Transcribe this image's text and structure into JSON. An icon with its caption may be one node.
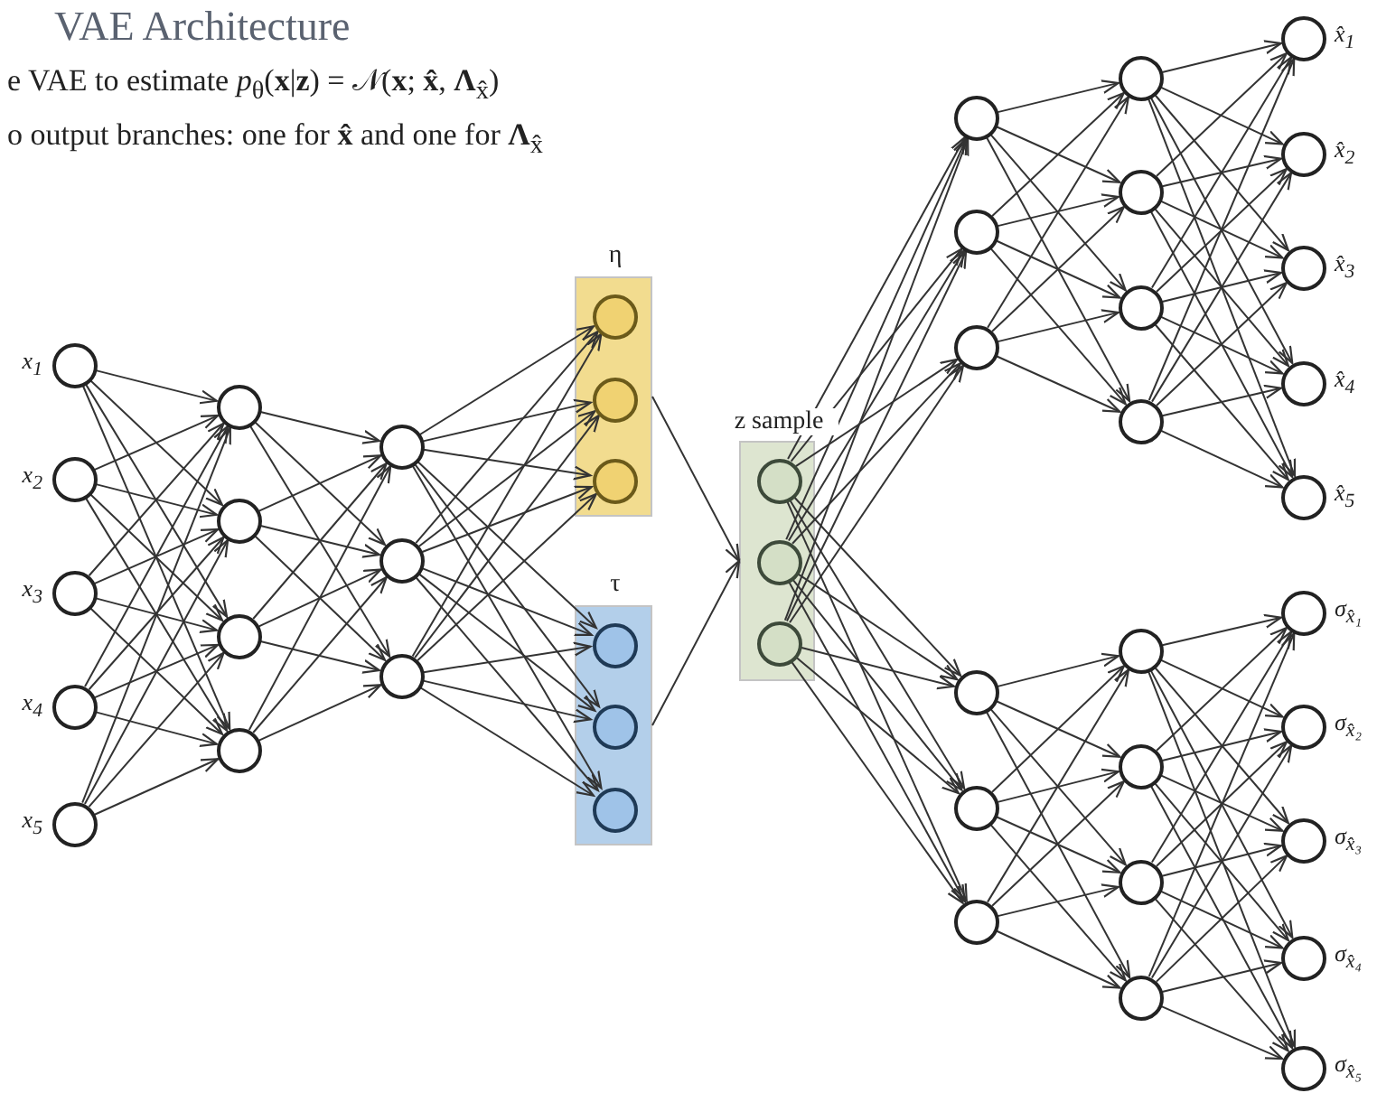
{
  "diagram": {
    "title": "VAE Architecture",
    "labels": [
      "e VAE to estimate *p*$_{θ}$(**x**|**z**) = 𝒩(**x**; **x̂**, **Λ**$_{x̂}$)",
      "o output branches: one for **x̂** and one for **Λ**$_{x̂}$"
    ],
    "nodes": [
      {
        "text": [],
        "shape": "circle",
        "beside": [
          "x$_{1}$"
        ]
      },
      {
        "text": [],
        "shape": "circle",
        "beside": [
          "x$_{2}$"
        ]
      },
      {
        "text": [],
        "shape": "circle",
        "beside": [
          "x$_{3}$"
        ]
      },
      {
        "text": [],
        "shape": "circle",
        "beside": [
          "x$_{4}$"
        ]
      },
      {
        "text": [],
        "shape": "circle",
        "beside": [
          "x$_{5}$"
        ]
      },
      {
        "text": [],
        "shape": "circle"
      },
      {
        "text": [],
        "shape": "circle"
      },
      {
        "text": [],
        "shape": "circle"
      },
      {
        "text": [],
        "shape": "circle"
      },
      {
        "text": [],
        "shape": "circle"
      },
      {
        "text": [],
        "shape": "circle"
      },
      {
        "text": [],
        "shape": "circle"
      },
      {
        "text": [
          "η"
        ]
      },
      {
        "text": [],
        "shape": "circle",
        "in": 12
      },
      {
        "text": [],
        "shape": "circle",
        "in": 12
      },
      {
        "text": [],
        "shape": "circle",
        "in": 12
      },
      {
        "text": [
          "τ"
        ]
      },
      {
        "text": [],
        "shape": "circle",
        "in": 16
      },
      {
        "text": [],
        "shape": "circle",
        "in": 16
      },
      {
        "text": [],
        "shape": "circle",
        "in": 16
      },
      {
        "text": [
          "z sample"
        ]
      },
      {
        "text": [],
        "shape": "circle",
        "in": 20
      },
      {
        "text": [],
        "shape": "circle",
        "in": 20
      },
      {
        "text": [],
        "shape": "circle",
        "in": 20
      },
      {
        "text": [],
        "shape": "circle"
      },
      {
        "text": [],
        "shape": "circle"
      },
      {
        "text": [],
        "shape": "circle"
      },
      {
        "text": [],
        "shape": "circle"
      },
      {
        "text": [],
        "shape": "circle"
      },
      {
        "text": [],
        "shape": "circle"
      },
      {
        "text": [],
        "shape": "circle"
      },
      {
        "text": [],
        "shape": "circle",
        "beside": [
          "x̂$_{1}$"
        ]
      },
      {
        "text": [],
        "shape": "circle",
        "beside": [
          "x̂$_{2}$"
        ]
      },
      {
        "text": [],
        "shape": "circle",
        "beside": [
          "x̂$_{3}$"
        ]
      },
      {
        "text": [],
        "shape": "circle",
        "beside": [
          "x̂$_{4}$"
        ]
      },
      {
        "text": [],
        "shape": "circle",
        "beside": [
          "x̂$_{5}$"
        ]
      },
      {
        "text": [],
        "shape": "circle"
      },
      {
        "text": [],
        "shape": "circle"
      },
      {
        "text": [],
        "shape": "circle"
      },
      {
        "text": [],
        "shape": "circle"
      },
      {
        "text": [],
        "shape": "circle"
      },
      {
        "text": [],
        "shape": "circle"
      },
      {
        "text": [],
        "shape": "circle"
      },
      {
        "text": [],
        "shape": "circle",
        "beside": [
          "σ$_{x̂₁}$"
        ]
      },
      {
        "text": [],
        "shape": "circle",
        "beside": [
          "σ$_{x̂₂}$"
        ]
      },
      {
        "text": [],
        "shape": "circle",
        "beside": [
          "σ$_{x̂₃}$"
        ]
      },
      {
        "text": [],
        "shape": "circle",
        "beside": [
          "σ$_{x̂₄}$"
        ]
      },
      {
        "text": [],
        "shape": "circle",
        "beside": [
          "σ$_{x̂₅}$"
        ]
      }
    ],
    "edges": [
      {
        "from": 0,
        "to": 5,
        "arrow": "to"
      },
      {
        "from": 0,
        "to": 6,
        "arrow": "to"
      },
      {
        "from": 0,
        "to": 7,
        "arrow": "to"
      },
      {
        "from": 0,
        "to": 8,
        "arrow": "to"
      },
      {
        "from": 1,
        "to": 5,
        "arrow": "to"
      },
      {
        "from": 1,
        "to": 6,
        "arrow": "to"
      },
      {
        "from": 1,
        "to": 7,
        "arrow": "to"
      },
      {
        "from": 1,
        "to": 8,
        "arrow": "to"
      },
      {
        "from": 2,
        "to": 5,
        "arrow": "to"
      },
      {
        "from": 2,
        "to": 6,
        "arrow": "to"
      },
      {
        "from": 2,
        "to": 7,
        "arrow": "to"
      },
      {
        "from": 2,
        "to": 8,
        "arrow": "to"
      },
      {
        "from": 3,
        "to": 5,
        "arrow": "to"
      },
      {
        "from": 3,
        "to": 6,
        "arrow": "to"
      },
      {
        "from": 3,
        "to": 7,
        "arrow": "to"
      },
      {
        "from": 3,
        "to": 8,
        "arrow": "to"
      },
      {
        "from": 4,
        "to": 5,
        "arrow": "to"
      },
      {
        "from": 4,
        "to": 6,
        "arrow": "to"
      },
      {
        "from": 4,
        "to": 7,
        "arrow": "to"
      },
      {
        "from": 4,
        "to": 8,
        "arrow": "to"
      },
      {
        "from": 5,
        "to": 9,
        "arrow": "to"
      },
      {
        "from": 5,
        "to": 10,
        "arrow": "to"
      },
      {
        "from": 5,
        "to": 11,
        "arrow": "to"
      },
      {
        "from": 6,
        "to": 9,
        "arrow": "to"
      },
      {
        "from": 6,
        "to": 10,
        "arrow": "to"
      },
      {
        "from": 6,
        "to": 11,
        "arrow": "to"
      },
      {
        "from": 7,
        "to": 9,
        "arrow": "to"
      },
      {
        "from": 7,
        "to": 10,
        "arrow": "to"
      },
      {
        "from": 7,
        "to": 11,
        "arrow": "to"
      },
      {
        "from": 8,
        "to": 9,
        "arrow": "to"
      },
      {
        "from": 8,
        "to": 10,
        "arrow": "to"
      },
      {
        "from": 8,
        "to": 11,
        "arrow": "to"
      },
      {
        "from": 9,
        "to": 13,
        "arrow": "to"
      },
      {
        "from": 9,
        "to": 14,
        "arrow": "to"
      },
      {
        "from": 9,
        "to": 15,
        "arrow": "to"
      },
      {
        "from": 10,
        "to": 13,
        "arrow": "to"
      },
      {
        "from": 10,
        "to": 14,
        "arrow": "to"
      },
      {
        "from": 10,
        "to": 15,
        "arrow": "to"
      },
      {
        "from": 11,
        "to": 13,
        "arrow": "to"
      },
      {
        "from": 11,
        "to": 14,
        "arrow": "to"
      },
      {
        "from": 11,
        "to": 15,
        "arrow": "to"
      },
      {
        "from": 9,
        "to": 17,
        "arrow": "to"
      },
      {
        "from": 9,
        "to": 18,
        "arrow": "to"
      },
      {
        "from": 9,
        "to": 19,
        "arrow": "to"
      },
      {
        "from": 10,
        "to": 17,
        "arrow": "to"
      },
      {
        "from": 10,
        "to": 18,
        "arrow": "to"
      },
      {
        "from": 10,
        "to": 19,
        "arrow": "to"
      },
      {
        "from": 11,
        "to": 17,
        "arrow": "to"
      },
      {
        "from": 11,
        "to": 18,
        "arrow": "to"
      },
      {
        "from": 11,
        "to": 19,
        "arrow": "to"
      },
      {
        "from": 12,
        "to": 20,
        "arrow": "to"
      },
      {
        "from": 16,
        "to": 20,
        "arrow": "to"
      },
      {
        "from": 21,
        "to": 24,
        "arrow": "to"
      },
      {
        "from": 21,
        "to": 25,
        "arrow": "to"
      },
      {
        "from": 21,
        "to": 26,
        "arrow": "to"
      },
      {
        "from": 22,
        "to": 24,
        "arrow": "to"
      },
      {
        "from": 22,
        "to": 25,
        "arrow": "to"
      },
      {
        "from": 22,
        "to": 26,
        "arrow": "to"
      },
      {
        "from": 23,
        "to": 24,
        "arrow": "to"
      },
      {
        "from": 23,
        "to": 25,
        "arrow": "to"
      },
      {
        "from": 23,
        "to": 26,
        "arrow": "to"
      },
      {
        "from": 21,
        "to": 36,
        "arrow": "to"
      },
      {
        "from": 21,
        "to": 37,
        "arrow": "to"
      },
      {
        "from": 21,
        "to": 38,
        "arrow": "to"
      },
      {
        "from": 22,
        "to": 36,
        "arrow": "to"
      },
      {
        "from": 22,
        "to": 37,
        "arrow": "to"
      },
      {
        "from": 22,
        "to": 38,
        "arrow": "to"
      },
      {
        "from": 23,
        "to": 36,
        "arrow": "to"
      },
      {
        "from": 23,
        "to": 37,
        "arrow": "to"
      },
      {
        "from": 23,
        "to": 38,
        "arrow": "to"
      },
      {
        "from": 24,
        "to": 27,
        "arrow": "to"
      },
      {
        "from": 24,
        "to": 28,
        "arrow": "to"
      },
      {
        "from": 24,
        "to": 29,
        "arrow": "to"
      },
      {
        "from": 24,
        "to": 30,
        "arrow": "to"
      },
      {
        "from": 25,
        "to": 27,
        "arrow": "to"
      },
      {
        "from": 25,
        "to": 28,
        "arrow": "to"
      },
      {
        "from": 25,
        "to": 29,
        "arrow": "to"
      },
      {
        "from": 25,
        "to": 30,
        "arrow": "to"
      },
      {
        "from": 26,
        "to": 27,
        "arrow": "to"
      },
      {
        "from": 26,
        "to": 28,
        "arrow": "to"
      },
      {
        "from": 26,
        "to": 29,
        "arrow": "to"
      },
      {
        "from": 26,
        "to": 30,
        "arrow": "to"
      },
      {
        "from": 36,
        "to": 39,
        "arrow": "to"
      },
      {
        "from": 36,
        "to": 40,
        "arrow": "to"
      },
      {
        "from": 36,
        "to": 41,
        "arrow": "to"
      },
      {
        "from": 36,
        "to": 42,
        "arrow": "to"
      },
      {
        "from": 37,
        "to": 39,
        "arrow": "to"
      },
      {
        "from": 37,
        "to": 40,
        "arrow": "to"
      },
      {
        "from": 37,
        "to": 41,
        "arrow": "to"
      },
      {
        "from": 37,
        "to": 42,
        "arrow": "to"
      },
      {
        "from": 38,
        "to": 39,
        "arrow": "to"
      },
      {
        "from": 38,
        "to": 40,
        "arrow": "to"
      },
      {
        "from": 38,
        "to": 41,
        "arrow": "to"
      },
      {
        "from": 38,
        "to": 42,
        "arrow": "to"
      },
      {
        "from": 27,
        "to": 31,
        "arrow": "to"
      },
      {
        "from": 27,
        "to": 32,
        "arrow": "to"
      },
      {
        "from": 27,
        "to": 33,
        "arrow": "to"
      },
      {
        "from": 27,
        "to": 34,
        "arrow": "to"
      },
      {
        "from": 27,
        "to": 35,
        "arrow": "to"
      },
      {
        "from": 28,
        "to": 31,
        "arrow": "to"
      },
      {
        "from": 28,
        "to": 32,
        "arrow": "to"
      },
      {
        "from": 28,
        "to": 33,
        "arrow": "to"
      },
      {
        "from": 28,
        "to": 34,
        "arrow": "to"
      },
      {
        "from": 28,
        "to": 35,
        "arrow": "to"
      },
      {
        "from": 29,
        "to": 31,
        "arrow": "to"
      },
      {
        "from": 29,
        "to": 32,
        "arrow": "to"
      },
      {
        "from": 29,
        "to": 33,
        "arrow": "to"
      },
      {
        "from": 29,
        "to": 34,
        "arrow": "to"
      },
      {
        "from": 29,
        "to": 35,
        "arrow": "to"
      },
      {
        "from": 30,
        "to": 31,
        "arrow": "to"
      },
      {
        "from": 30,
        "to": 32,
        "arrow": "to"
      },
      {
        "from": 30,
        "to": 33,
        "arrow": "to"
      },
      {
        "from": 30,
        "to": 34,
        "arrow": "to"
      },
      {
        "from": 30,
        "to": 35,
        "arrow": "to"
      },
      {
        "from": 39,
        "to": 43,
        "arrow": "to"
      },
      {
        "from": 39,
        "to": 44,
        "arrow": "to"
      },
      {
        "from": 39,
        "to": 45,
        "arrow": "to"
      },
      {
        "from": 39,
        "to": 46,
        "arrow": "to"
      },
      {
        "from": 39,
        "to": 47,
        "arrow": "to"
      },
      {
        "from": 40,
        "to": 43,
        "arrow": "to"
      },
      {
        "from": 40,
        "to": 44,
        "arrow": "to"
      },
      {
        "from": 40,
        "to": 45,
        "arrow": "to"
      },
      {
        "from": 40,
        "to": 46,
        "arrow": "to"
      },
      {
        "from": 40,
        "to": 47,
        "arrow": "to"
      },
      {
        "from": 41,
        "to": 43,
        "arrow": "to"
      },
      {
        "from": 41,
        "to": 44,
        "arrow": "to"
      },
      {
        "from": 41,
        "to": 45,
        "arrow": "to"
      },
      {
        "from": 41,
        "to": 46,
        "arrow": "to"
      },
      {
        "from": 41,
        "to": 47,
        "arrow": "to"
      },
      {
        "from": 42,
        "to": 43,
        "arrow": "to"
      },
      {
        "from": 42,
        "to": 44,
        "arrow": "to"
      },
      {
        "from": 42,
        "to": 45,
        "arrow": "to"
      },
      {
        "from": 42,
        "to": 46,
        "arrow": "to"
      },
      {
        "from": 42,
        "to": 47,
        "arrow": "to"
      }
    ]
  }
}
